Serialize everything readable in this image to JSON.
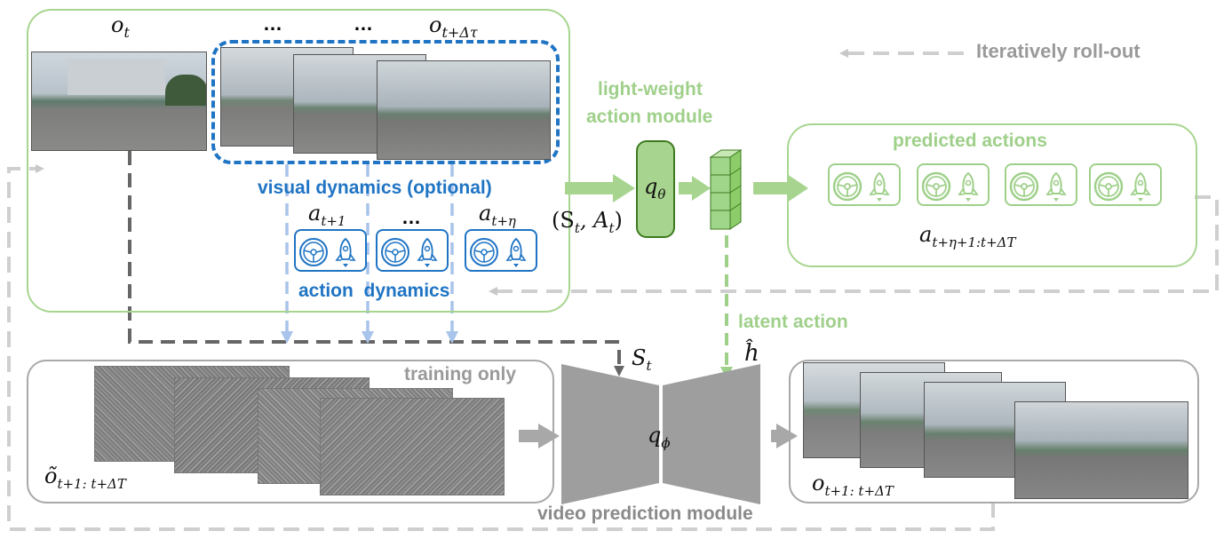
{
  "labels": {
    "o_t": "o",
    "o_t_sub": "t",
    "ellipsis1": "…",
    "ellipsis2": "…",
    "o_tdt": "o",
    "o_tdt_sub": "t+Δτ",
    "iteratively": "Iteratively roll-out",
    "light_weight_1": "light-weight",
    "light_weight_2": "action module",
    "predicted_actions": "predicted actions",
    "visual_dynamics": "visual dynamics (optional)",
    "action_dynamics": "action  dynamics",
    "a_t1": "a",
    "a_t1_sub": "t+1",
    "a_ellipsis": "…",
    "a_teta": "a",
    "a_teta_sub": "t+η",
    "st_at": "(S",
    "st_at_sub": "t",
    "st_at_mid": ", A",
    "st_at_sub2": "t",
    "st_at_end": ")",
    "q_theta": "q",
    "q_theta_sub": "θ",
    "a_pred": "a",
    "a_pred_sub": "t+η+1:t+ΔT",
    "latent_action": "latent action",
    "h_hat": "ĥ",
    "s_t": "S",
    "s_t_sub": "t",
    "training_only": "training only",
    "q_phi": "q",
    "q_phi_sub": "ϕ",
    "video_prediction": "video prediction module",
    "o_noise": "õ",
    "o_noise_sub": "t+1: t+ΔT",
    "o_out": "o",
    "o_out_sub": "t+1: t+ΔT"
  },
  "icons": {
    "action_icon": "steering-wheel-and-rocket-icon"
  },
  "colors": {
    "green": "#9fd08a",
    "blue": "#1f74c4",
    "light_blue": "#a9c4ea",
    "gray": "#9a9a9a",
    "dark_gray": "#666666",
    "module_green": "#a7d58f"
  }
}
